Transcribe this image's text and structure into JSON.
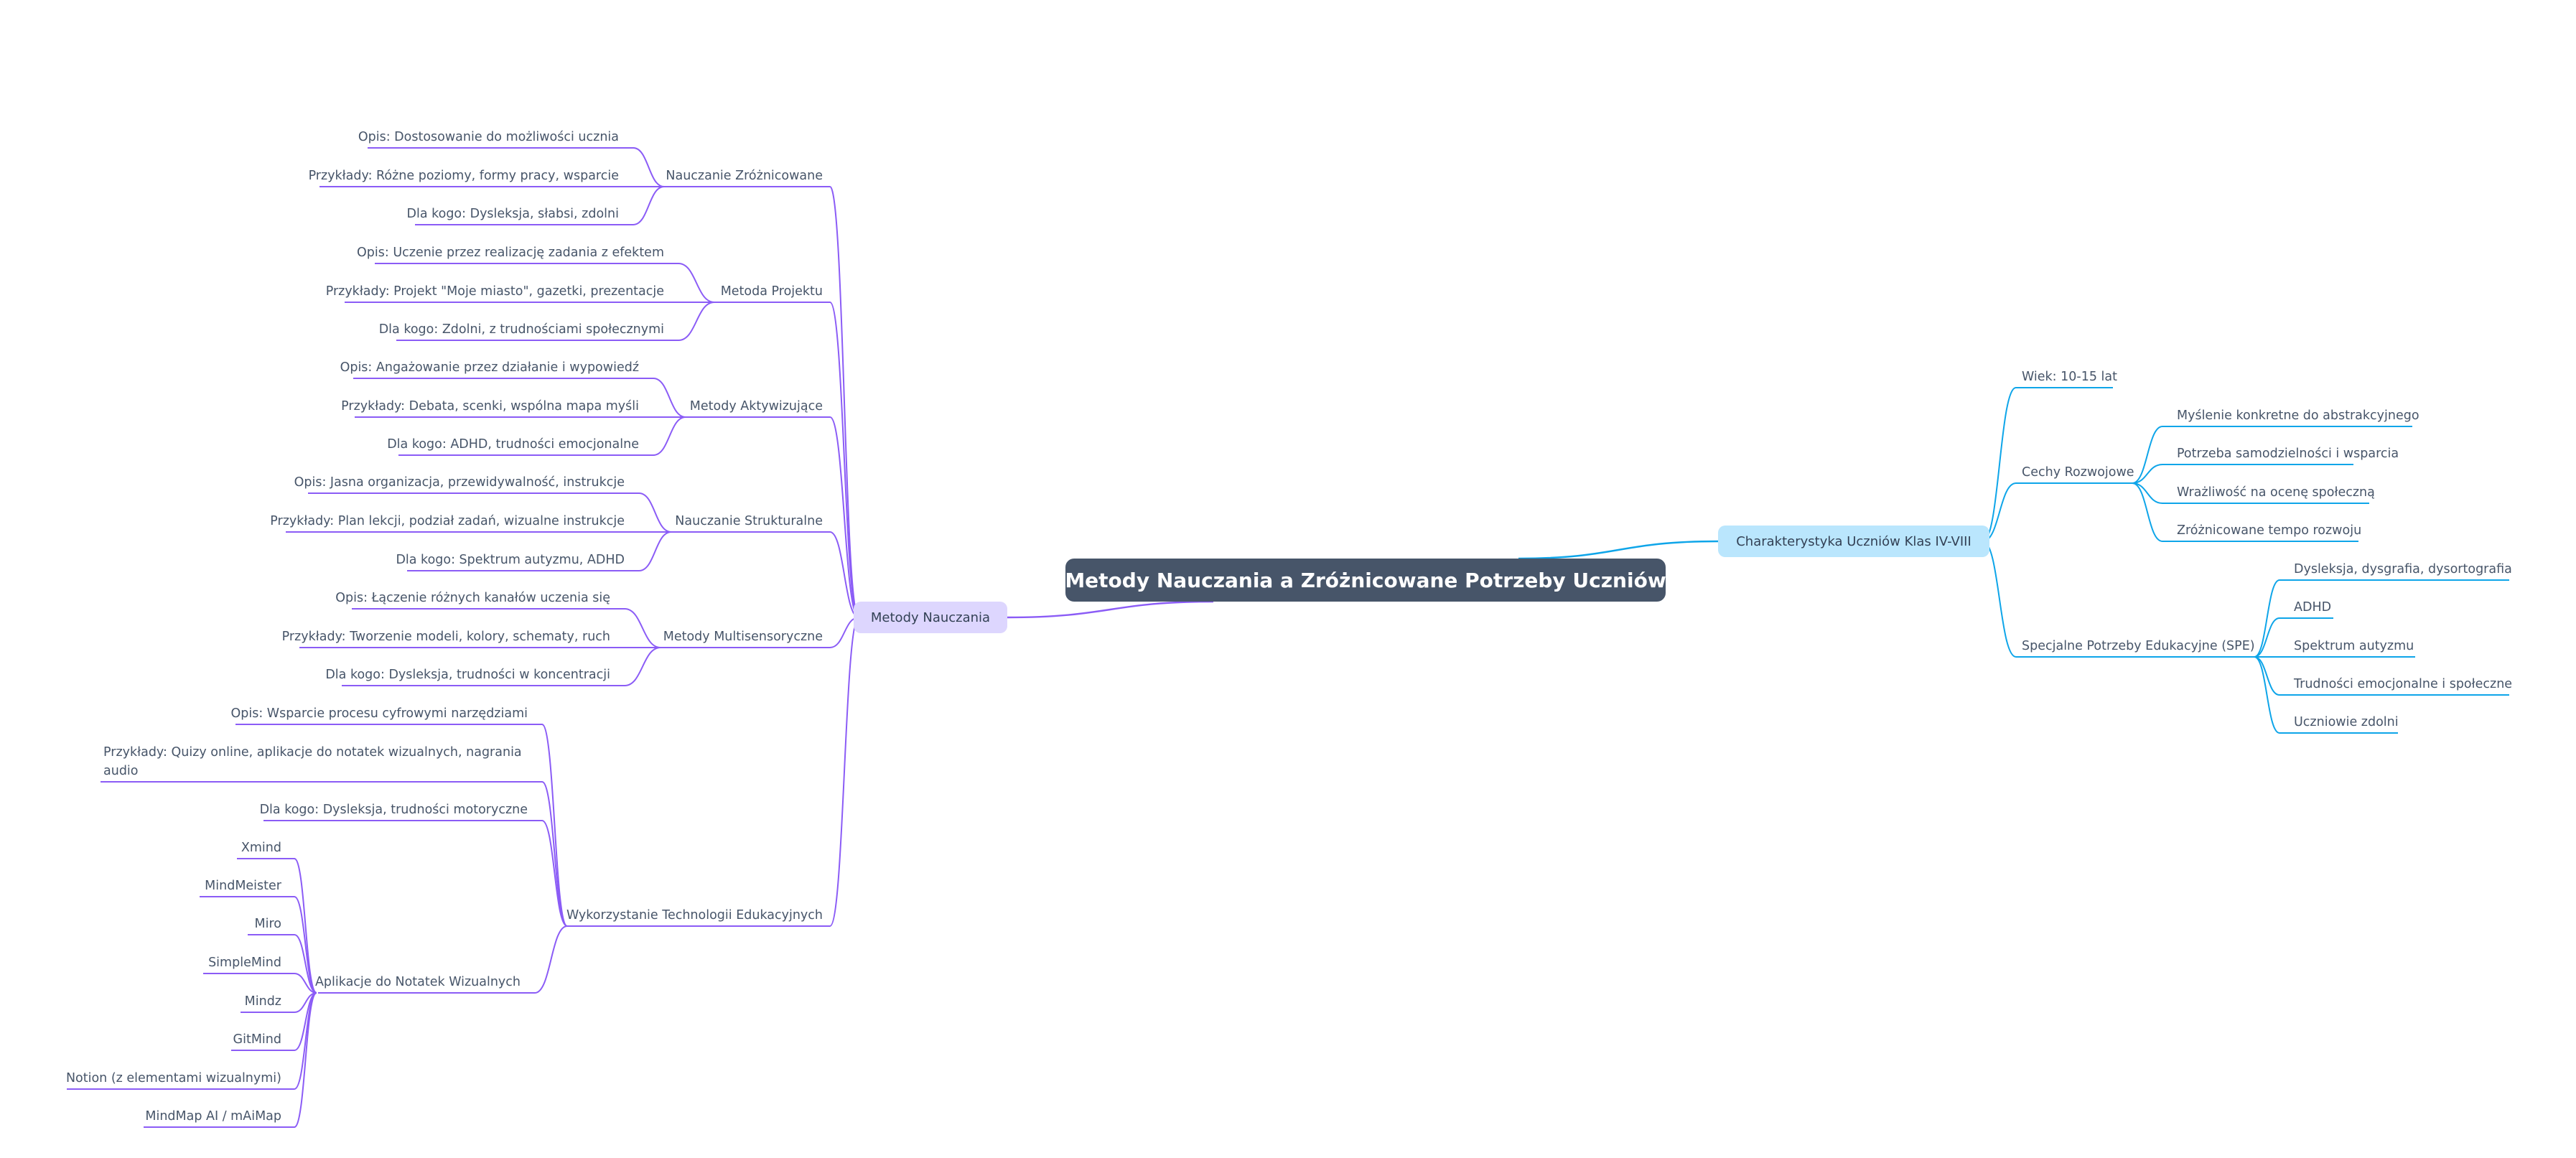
{
  "colors": {
    "left": "#8b5cf6",
    "right": "#0ea5e9",
    "root_bg": "#475569",
    "left_main_bg": "#ddd6fe",
    "right_main_bg": "#bae6fd",
    "text": "#475569"
  },
  "root": {
    "label": "Metody Nauczania a Zróżnicowane Potrzeby Uczniów"
  },
  "right": {
    "label": "Charakterystyka Uczniów Klas IV-VIII",
    "children": [
      {
        "label": "Wiek: 10-15 lat",
        "children": []
      },
      {
        "label": "Cechy Rozwojowe",
        "children": [
          {
            "label": "Myślenie konkretne do abstrakcyjnego"
          },
          {
            "label": "Potrzeba samodzielności i wsparcia"
          },
          {
            "label": "Wrażliwość na ocenę społeczną"
          },
          {
            "label": "Zróżnicowane tempo rozwoju"
          }
        ]
      },
      {
        "label": "Specjalne Potrzeby Edukacyjne (SPE)",
        "children": [
          {
            "label": "Dysleksja, dysgrafia, dysortografia"
          },
          {
            "label": "ADHD"
          },
          {
            "label": "Spektrum autyzmu"
          },
          {
            "label": "Trudności emocjonalne i społeczne"
          },
          {
            "label": "Uczniowie zdolni"
          }
        ]
      }
    ]
  },
  "left": {
    "label": "Metody Nauczania",
    "children": [
      {
        "label": "Nauczanie Zróżnicowane",
        "children": [
          {
            "label": "Opis: Dostosowanie do możliwości ucznia"
          },
          {
            "label": "Przykłady: Różne poziomy, formy pracy, wsparcie"
          },
          {
            "label": "Dla kogo: Dysleksja, słabsi, zdolni"
          }
        ]
      },
      {
        "label": "Metoda Projektu",
        "children": [
          {
            "label": "Opis: Uczenie przez realizację zadania z efektem"
          },
          {
            "label": "Przykłady: Projekt \"Moje miasto\", gazetki, prezentacje"
          },
          {
            "label": "Dla kogo: Zdolni, z trudnościami społecznymi"
          }
        ]
      },
      {
        "label": "Metody Aktywizujące",
        "children": [
          {
            "label": "Opis: Angażowanie przez działanie i wypowiedź"
          },
          {
            "label": "Przykłady: Debata, scenki, wspólna mapa myśli"
          },
          {
            "label": "Dla kogo: ADHD, trudności emocjonalne"
          }
        ]
      },
      {
        "label": "Nauczanie Strukturalne",
        "children": [
          {
            "label": "Opis: Jasna organizacja, przewidywalność, instrukcje"
          },
          {
            "label": "Przykłady: Plan lekcji, podział zadań, wizualne instrukcje"
          },
          {
            "label": "Dla kogo: Spektrum autyzmu, ADHD"
          }
        ]
      },
      {
        "label": "Metody Multisensoryczne",
        "children": [
          {
            "label": "Opis: Łączenie różnych kanałów uczenia się"
          },
          {
            "label": "Przykłady: Tworzenie modeli, kolory, schematy, ruch"
          },
          {
            "label": "Dla kogo: Dysleksja, trudności w koncentracji"
          }
        ]
      },
      {
        "label": "Wykorzystanie Technologii Edukacyjnych",
        "children": [
          {
            "label": "Opis: Wsparcie procesu cyfrowymi narzędziami"
          },
          {
            "label": "Przykłady: Quizy online, aplikacje do notatek wizualnych, nagrania audio"
          },
          {
            "label": "Dla kogo: Dysleksja, trudności motoryczne"
          },
          {
            "label": "Aplikacje do Notatek Wizualnych",
            "children": [
              {
                "label": "Xmind"
              },
              {
                "label": "MindMeister"
              },
              {
                "label": "Miro"
              },
              {
                "label": "SimpleMind"
              },
              {
                "label": "Mindz"
              },
              {
                "label": "GitMind"
              },
              {
                "label": "Notion (z elementami wizualnymi)"
              },
              {
                "label": "MindMap AI / mAiMap"
              }
            ]
          }
        ]
      }
    ]
  }
}
